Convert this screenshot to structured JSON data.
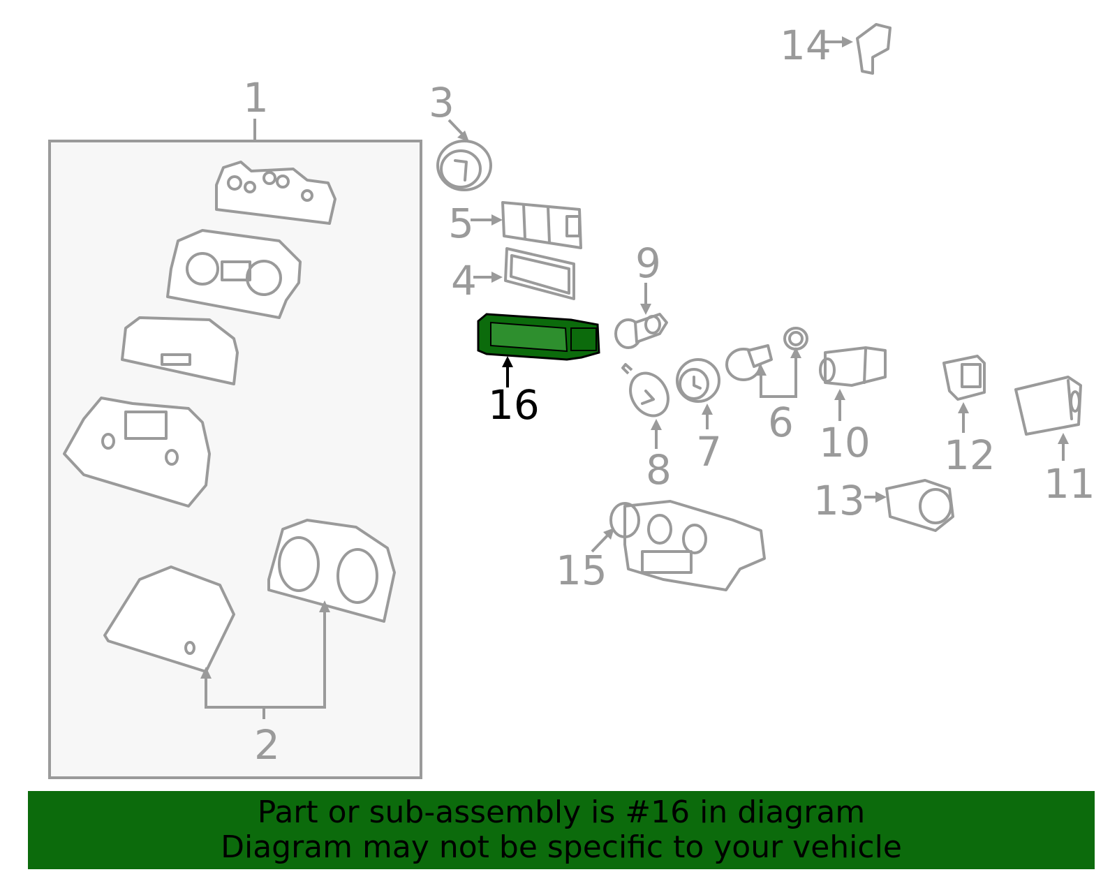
{
  "diagram": {
    "highlight_color": "#0c6b0c",
    "line_color": "#9a9a9a",
    "callouts": {
      "c1": "1",
      "c2": "2",
      "c3": "3",
      "c4": "4",
      "c5": "5",
      "c6": "6",
      "c7": "7",
      "c8": "8",
      "c9": "9",
      "c10": "10",
      "c11": "11",
      "c12": "12",
      "c13": "13",
      "c14": "14",
      "c15": "15",
      "c16": "16"
    }
  },
  "banner": {
    "line1": "Part or sub-assembly is #16 in diagram",
    "line2": "Diagram may not be specific to your vehicle",
    "background": "#0c6b0c"
  }
}
